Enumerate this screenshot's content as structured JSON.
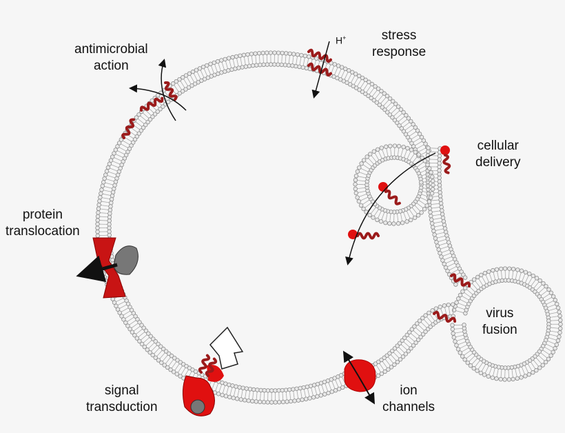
{
  "labels": {
    "antimicrobial": [
      "antimicrobial",
      "action"
    ],
    "stress": [
      "stress",
      "response"
    ],
    "cellular_delivery": [
      "cellular",
      "delivery"
    ],
    "protein_translocation": [
      "protein",
      "translocation"
    ],
    "virus_fusion": [
      "virus",
      "fusion"
    ],
    "signal_transduction": [
      "signal",
      "transduction"
    ],
    "ion_channels": [
      "ion",
      "channels"
    ]
  },
  "proton": {
    "symbol": "H",
    "charge": "+"
  },
  "colors": {
    "background": "#f6f6f6",
    "membrane_head": "#c9c9c9",
    "membrane_stroke": "#8a8a8a",
    "helix": "#9b1b1b",
    "protein_red": "#e01010",
    "cargo_gray": "#777777",
    "arrow": "#111111"
  }
}
